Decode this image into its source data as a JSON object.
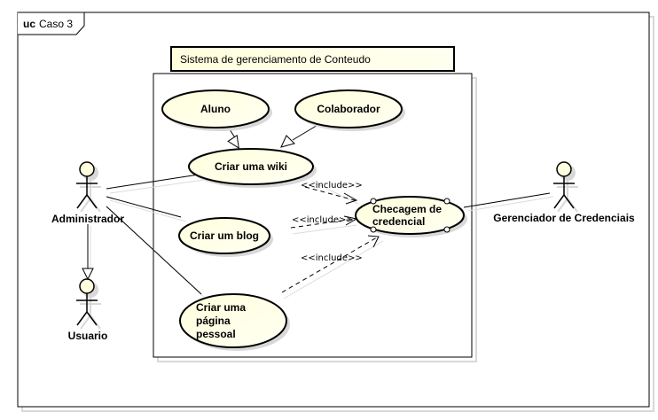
{
  "diagram": {
    "frame": {
      "kind": "uc",
      "name": "Caso 3"
    },
    "system": {
      "title": "Sistema de gerenciamento de Conteudo"
    },
    "colors": {
      "fill": "#ffffdd",
      "fill_light": "#fffff0",
      "stroke": "#000000",
      "shadow": "#d8d8d8"
    },
    "actors": [
      {
        "id": "admin",
        "label": "Administrador"
      },
      {
        "id": "usuario",
        "label": "Usuario"
      },
      {
        "id": "gerenciador",
        "label": "Gerenciador de Credenciais"
      }
    ],
    "use_cases": [
      {
        "id": "aluno",
        "lines": [
          "Aluno"
        ]
      },
      {
        "id": "colaborador",
        "lines": [
          "Colaborador"
        ]
      },
      {
        "id": "wiki",
        "lines": [
          "Criar uma wiki"
        ]
      },
      {
        "id": "blog",
        "lines": [
          "Criar um blog"
        ]
      },
      {
        "id": "checagem",
        "lines": [
          "Checagem de",
          "credencial"
        ]
      },
      {
        "id": "pagina",
        "lines": [
          "Criar uma",
          "página",
          "pessoal"
        ]
      }
    ],
    "relations": [
      {
        "type": "generalization",
        "from": "aluno",
        "to": "wiki"
      },
      {
        "type": "generalization",
        "from": "colaborador",
        "to": "wiki"
      },
      {
        "type": "generalization",
        "from": "admin",
        "to": "usuario"
      },
      {
        "type": "association",
        "from": "admin",
        "to": "wiki"
      },
      {
        "type": "association",
        "from": "admin",
        "to": "blog"
      },
      {
        "type": "association",
        "from": "admin",
        "to": "pagina"
      },
      {
        "type": "association",
        "from": "checagem",
        "to": "gerenciador"
      },
      {
        "type": "include",
        "from": "wiki",
        "to": "checagem",
        "label": "<<include>>"
      },
      {
        "type": "include",
        "from": "blog",
        "to": "checagem",
        "label": "<<include>>"
      },
      {
        "type": "include",
        "from": "pagina",
        "to": "checagem",
        "label": "<<include>>"
      }
    ]
  }
}
